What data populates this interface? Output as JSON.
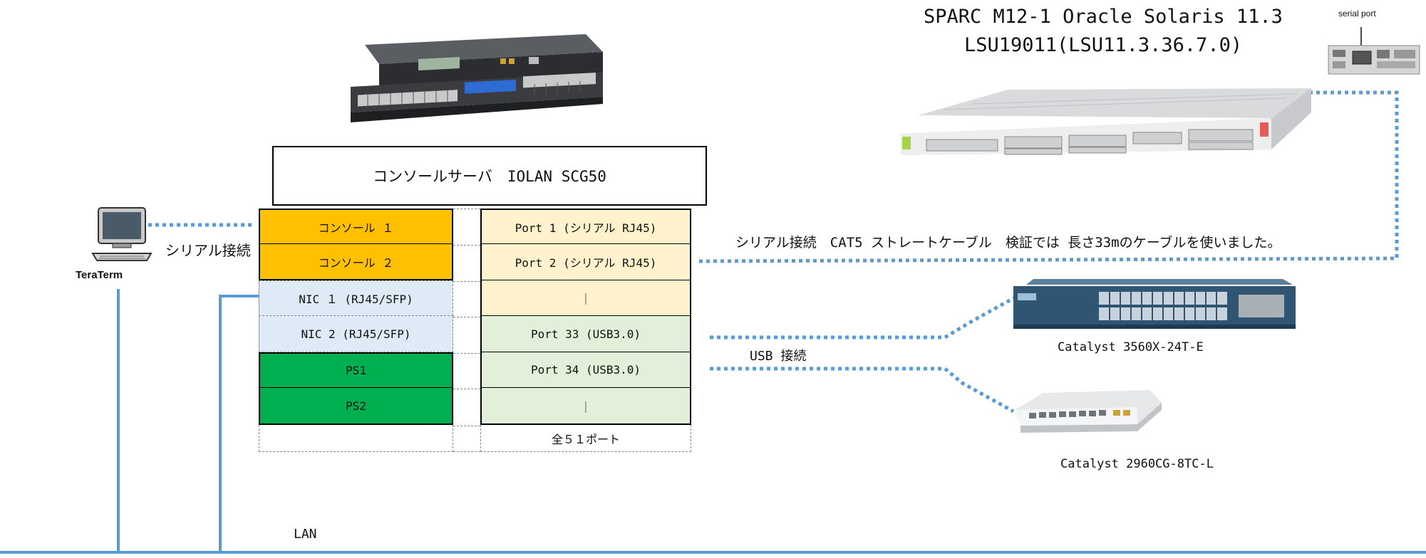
{
  "server": {
    "title_line1": "SPARC M12-1 Oracle Solaris 11.3",
    "title_line2": "LSU19011(LSU11.3.36.7.0)",
    "serial_port_label": "serial port"
  },
  "console_server": {
    "title": "コンソールサーバ　IOLAN SCG50",
    "left_rows": [
      "コンソール １",
      "コンソール ２",
      "NIC １ (RJ45/SFP)",
      "NIC 2 (RJ45/SFP)",
      "PS1",
      "PS2"
    ],
    "right_rows": [
      "Port 1 (シリアル RJ45)",
      "Port 2 (シリアル RJ45)",
      "|",
      "Port 33 (USB3.0)",
      "Port 34 (USB3.0)",
      "|"
    ],
    "footer": "全５１ポート"
  },
  "labels": {
    "teraterm": "TeraTerm",
    "serial_left": "シリアル接続",
    "serial_right": "シリアル接続　CAT5 ストレートケーブル　検証では 長さ33mのケーブルを使いました。",
    "usb": "USB 接続",
    "lan": "LAN",
    "switch1": "Catalyst 3560X-24T-E",
    "switch2": "Catalyst 2960CG-8TC-L"
  },
  "colors": {
    "console_rows": "#ffc000",
    "nic_rows": "#deeaf6",
    "ps_rows": "#00b050",
    "serial_ports": "#fff2cc",
    "usb_ports": "#e2efd9",
    "wire": "#5b9bd5"
  }
}
